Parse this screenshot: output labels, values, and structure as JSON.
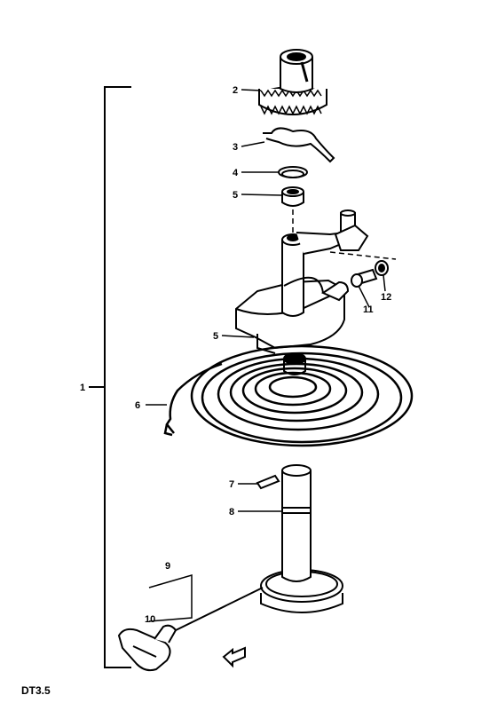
{
  "diagram": {
    "page_code": "DT3.5",
    "callouts": {
      "c1": "1",
      "c2": "2",
      "c3": "3",
      "c4": "4",
      "c5a": "5",
      "c5b": "5",
      "c6": "6",
      "c7": "7",
      "c8": "8",
      "c9": "9",
      "c10": "10",
      "c11": "11",
      "c12": "12"
    },
    "colors": {
      "ink": "#000000",
      "paper": "#ffffff"
    }
  }
}
